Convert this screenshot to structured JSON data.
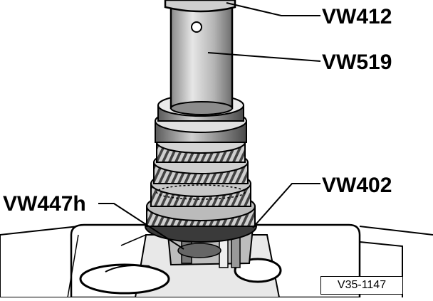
{
  "diagram": {
    "labels": {
      "vw412": "VW412",
      "vw519": "VW519",
      "vw402": "VW402",
      "vw447h": "VW447h"
    },
    "figure_ref": "V35-1147",
    "colors": {
      "ink": "#000000",
      "paper": "#ffffff",
      "metal_light": "#d9d9d9",
      "metal_mid": "#a8a8a8",
      "metal_dark": "#555555"
    }
  }
}
